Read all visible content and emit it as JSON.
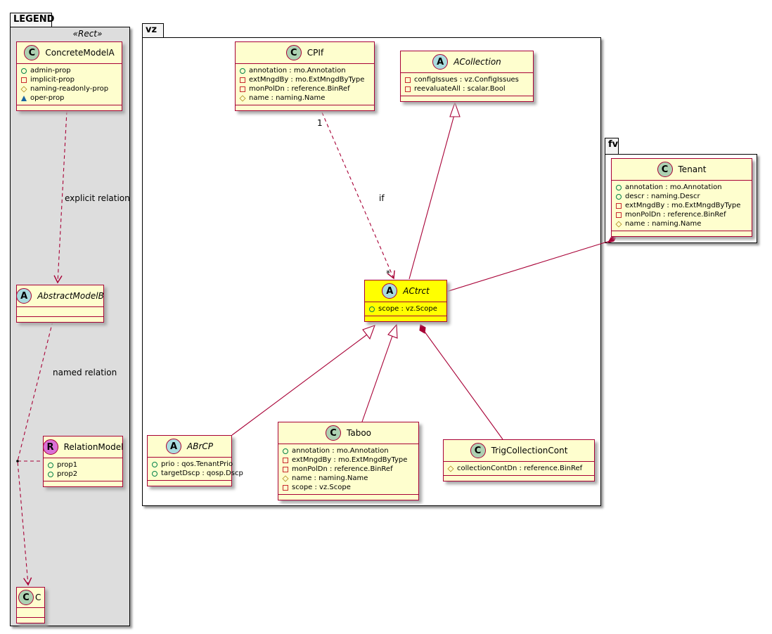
{
  "packages": {
    "legend": "LEGEND",
    "legend_stereotype": "«Rect»",
    "vz": "vz",
    "fv": "fv"
  },
  "colors": {
    "class_bg": "#fefece",
    "border": "#a80036",
    "highlight": "#ffff00",
    "class_badge": "#add1b2",
    "abstract_badge": "#a9dcdf",
    "relation_badge": "#da70d6"
  },
  "classes": [
    {
      "id": "ConcreteModelA",
      "kind": "C",
      "name": "ConcreteModelA",
      "attrs": [
        [
          "+",
          "admin-prop"
        ],
        [
          "-",
          "implicit-prop"
        ],
        [
          "#",
          "naming-readonly-prop"
        ],
        [
          "~",
          "oper-prop"
        ]
      ]
    },
    {
      "id": "AbstractModelB",
      "kind": "A",
      "name": "AbstractModelB",
      "attrs": []
    },
    {
      "id": "RelationModel",
      "kind": "R",
      "name": "RelationModel",
      "attrs": [
        [
          "+",
          "prop1"
        ],
        [
          "+",
          "prop2"
        ]
      ]
    },
    {
      "id": "C",
      "kind": "C",
      "name": "C",
      "attrs": []
    },
    {
      "id": "CPIf",
      "kind": "C",
      "name": "CPIf",
      "attrs": [
        [
          "+",
          "annotation : mo.Annotation"
        ],
        [
          "-",
          "extMngdBy : mo.ExtMngdByType"
        ],
        [
          "-",
          "monPolDn : reference.BinRef"
        ],
        [
          "#",
          "name : naming.Name"
        ]
      ]
    },
    {
      "id": "ACollection",
      "kind": "A",
      "name": "ACollection",
      "attrs": [
        [
          "-",
          "configIssues : vz.ConfigIssues"
        ],
        [
          "-",
          "reevaluateAll : scalar.Bool"
        ]
      ]
    },
    {
      "id": "Tenant",
      "kind": "C",
      "name": "Tenant",
      "attrs": [
        [
          "+",
          "annotation : mo.Annotation"
        ],
        [
          "+",
          "descr : naming.Descr"
        ],
        [
          "-",
          "extMngdBy : mo.ExtMngdByType"
        ],
        [
          "-",
          "monPolDn : reference.BinRef"
        ],
        [
          "#",
          "name : naming.Name"
        ]
      ]
    },
    {
      "id": "ACtrct",
      "kind": "A",
      "name": "ACtrct",
      "highlight": true,
      "attrs": [
        [
          "+",
          "scope : vz.Scope"
        ]
      ]
    },
    {
      "id": "ABrCP",
      "kind": "A",
      "name": "ABrCP",
      "attrs": [
        [
          "+",
          "prio : qos.TenantPrio"
        ],
        [
          "+",
          "targetDscp : qosp.Dscp"
        ]
      ]
    },
    {
      "id": "Taboo",
      "kind": "C",
      "name": "Taboo",
      "attrs": [
        [
          "+",
          "annotation : mo.Annotation"
        ],
        [
          "-",
          "extMngdBy : mo.ExtMngdByType"
        ],
        [
          "-",
          "monPolDn : reference.BinRef"
        ],
        [
          "#",
          "name : naming.Name"
        ],
        [
          "-",
          "scope : vz.Scope"
        ]
      ]
    },
    {
      "id": "TrigCollectionCont",
      "kind": "C",
      "name": "TrigCollectionCont",
      "attrs": [
        [
          "#",
          "collectionContDn : reference.BinRef"
        ]
      ]
    }
  ],
  "labels": {
    "explicit": "explicit relation",
    "named": "named relation",
    "if": "if",
    "mult_one": "1",
    "mult_many": "*"
  }
}
